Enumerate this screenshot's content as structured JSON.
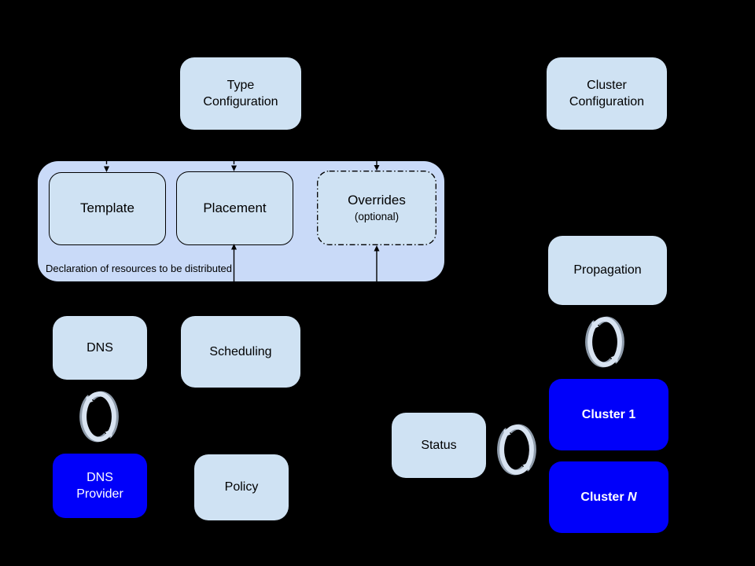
{
  "colors": {
    "background": "#000000",
    "group_fill": "#c9daf8",
    "node_fill": "#cfe2f3",
    "node_border": "#000000",
    "highlight_fill": "#0000fa",
    "text_dark": "#000000",
    "text_light": "#ffffff",
    "connector": "#000000",
    "sync_main": "#d8e3f1",
    "sync_shadow": "#8f9cab"
  },
  "group": {
    "caption": "Declaration of resources to be distributed"
  },
  "nodes": {
    "type_config": {
      "label": "Type\nConfiguration"
    },
    "cluster_config": {
      "label": "Cluster\nConfiguration"
    },
    "template": {
      "label": "Template"
    },
    "placement": {
      "label": "Placement"
    },
    "overrides": {
      "label": "Overrides",
      "sublabel": "(optional)"
    },
    "dns": {
      "label": "DNS"
    },
    "scheduling": {
      "label": "Scheduling"
    },
    "dns_provider": {
      "label": "DNS\nProvider"
    },
    "policy": {
      "label": "Policy"
    },
    "propagation": {
      "label": "Propagation"
    },
    "status": {
      "label": "Status"
    },
    "cluster_1": {
      "label": "Cluster 1"
    },
    "cluster_n": {
      "label_prefix": "Cluster ",
      "label_variable": "N"
    }
  }
}
